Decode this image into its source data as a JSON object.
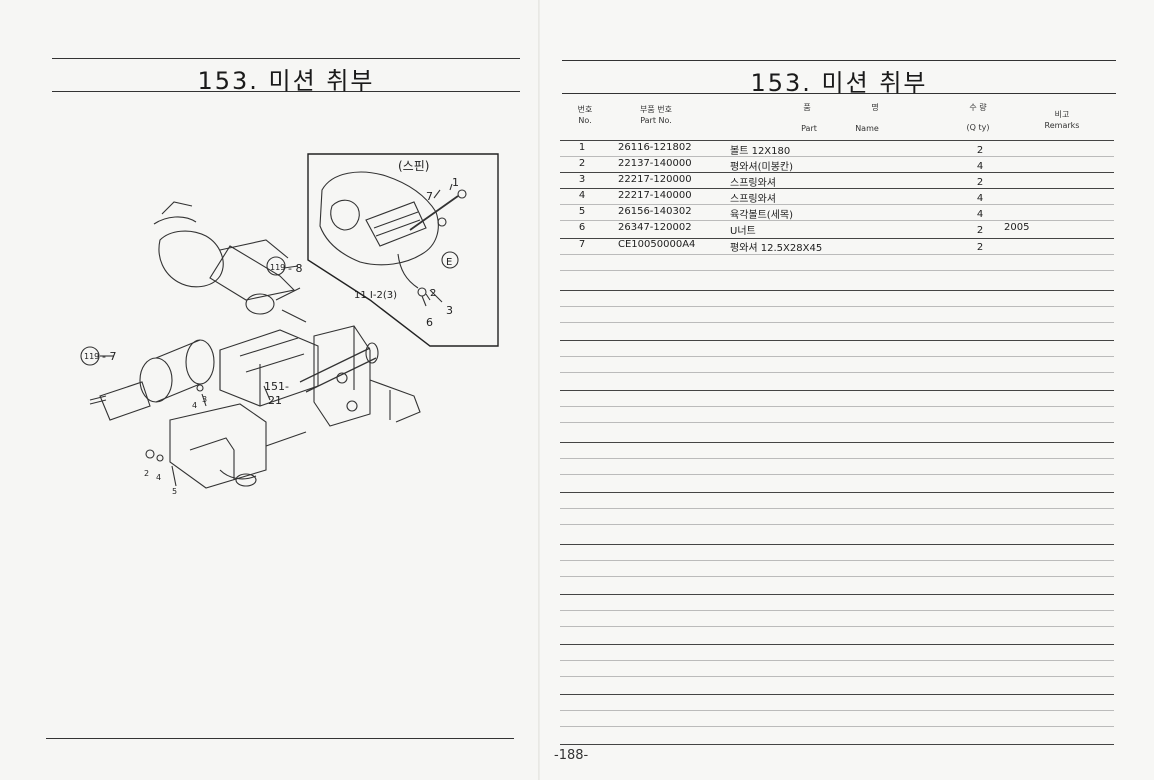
{
  "left_page": {
    "title": "153. 미션 취부",
    "callouts": {
      "c119_8": "119",
      "c119_8_suffix": "- 8",
      "c119_7": "119",
      "c119_7_suffix": "- 7",
      "spin": "(스핀)",
      "c7": "7",
      "c1": "1",
      "cE": "E",
      "c11_2_3": "11  I-2(3)",
      "c2": "2",
      "c3": "3",
      "c6": "6",
      "c151": "151-",
      "c21": "21",
      "c4a": "4",
      "c3b": "3",
      "c2b": "2",
      "c4b": "4",
      "c5": "5"
    }
  },
  "right_page": {
    "title": "153. 미션 취부",
    "headers": {
      "no_ko": "번호",
      "no_en": "No.",
      "part_ko": "부품 번호",
      "part_en": "Part  No.",
      "name_ko_1": "품",
      "name_ko_2": "명",
      "name_en_1": "Part",
      "name_en_2": "Name",
      "qty_ko": "수  량",
      "qty_en": "(Q ty)",
      "rem_ko": "비고",
      "rem_en": "Remarks"
    },
    "rows": [
      {
        "no": "1",
        "part": "26116-121802",
        "name": "볼트 12X180",
        "qty": "2",
        "remarks": ""
      },
      {
        "no": "2",
        "part": "22137-140000",
        "name": "평와셔(미봉칸)",
        "qty": "4",
        "remarks": ""
      },
      {
        "no": "3",
        "part": "22217-120000",
        "name": "스프링와셔",
        "qty": "2",
        "remarks": ""
      },
      {
        "no": "4",
        "part": "22217-140000",
        "name": "스프링와셔",
        "qty": "4",
        "remarks": ""
      },
      {
        "no": "5",
        "part": "26156-140302",
        "name": "육각볼트(세목)",
        "qty": "4",
        "remarks": ""
      },
      {
        "no": "6",
        "part": "26347-120002",
        "name": "U너트",
        "qty": "2",
        "remarks": "2005"
      },
      {
        "no": "7",
        "part": "CE10050000A4",
        "name": "평와셔 12.5X28X45",
        "qty": "2",
        "remarks": ""
      }
    ],
    "page_number": "-188-"
  }
}
